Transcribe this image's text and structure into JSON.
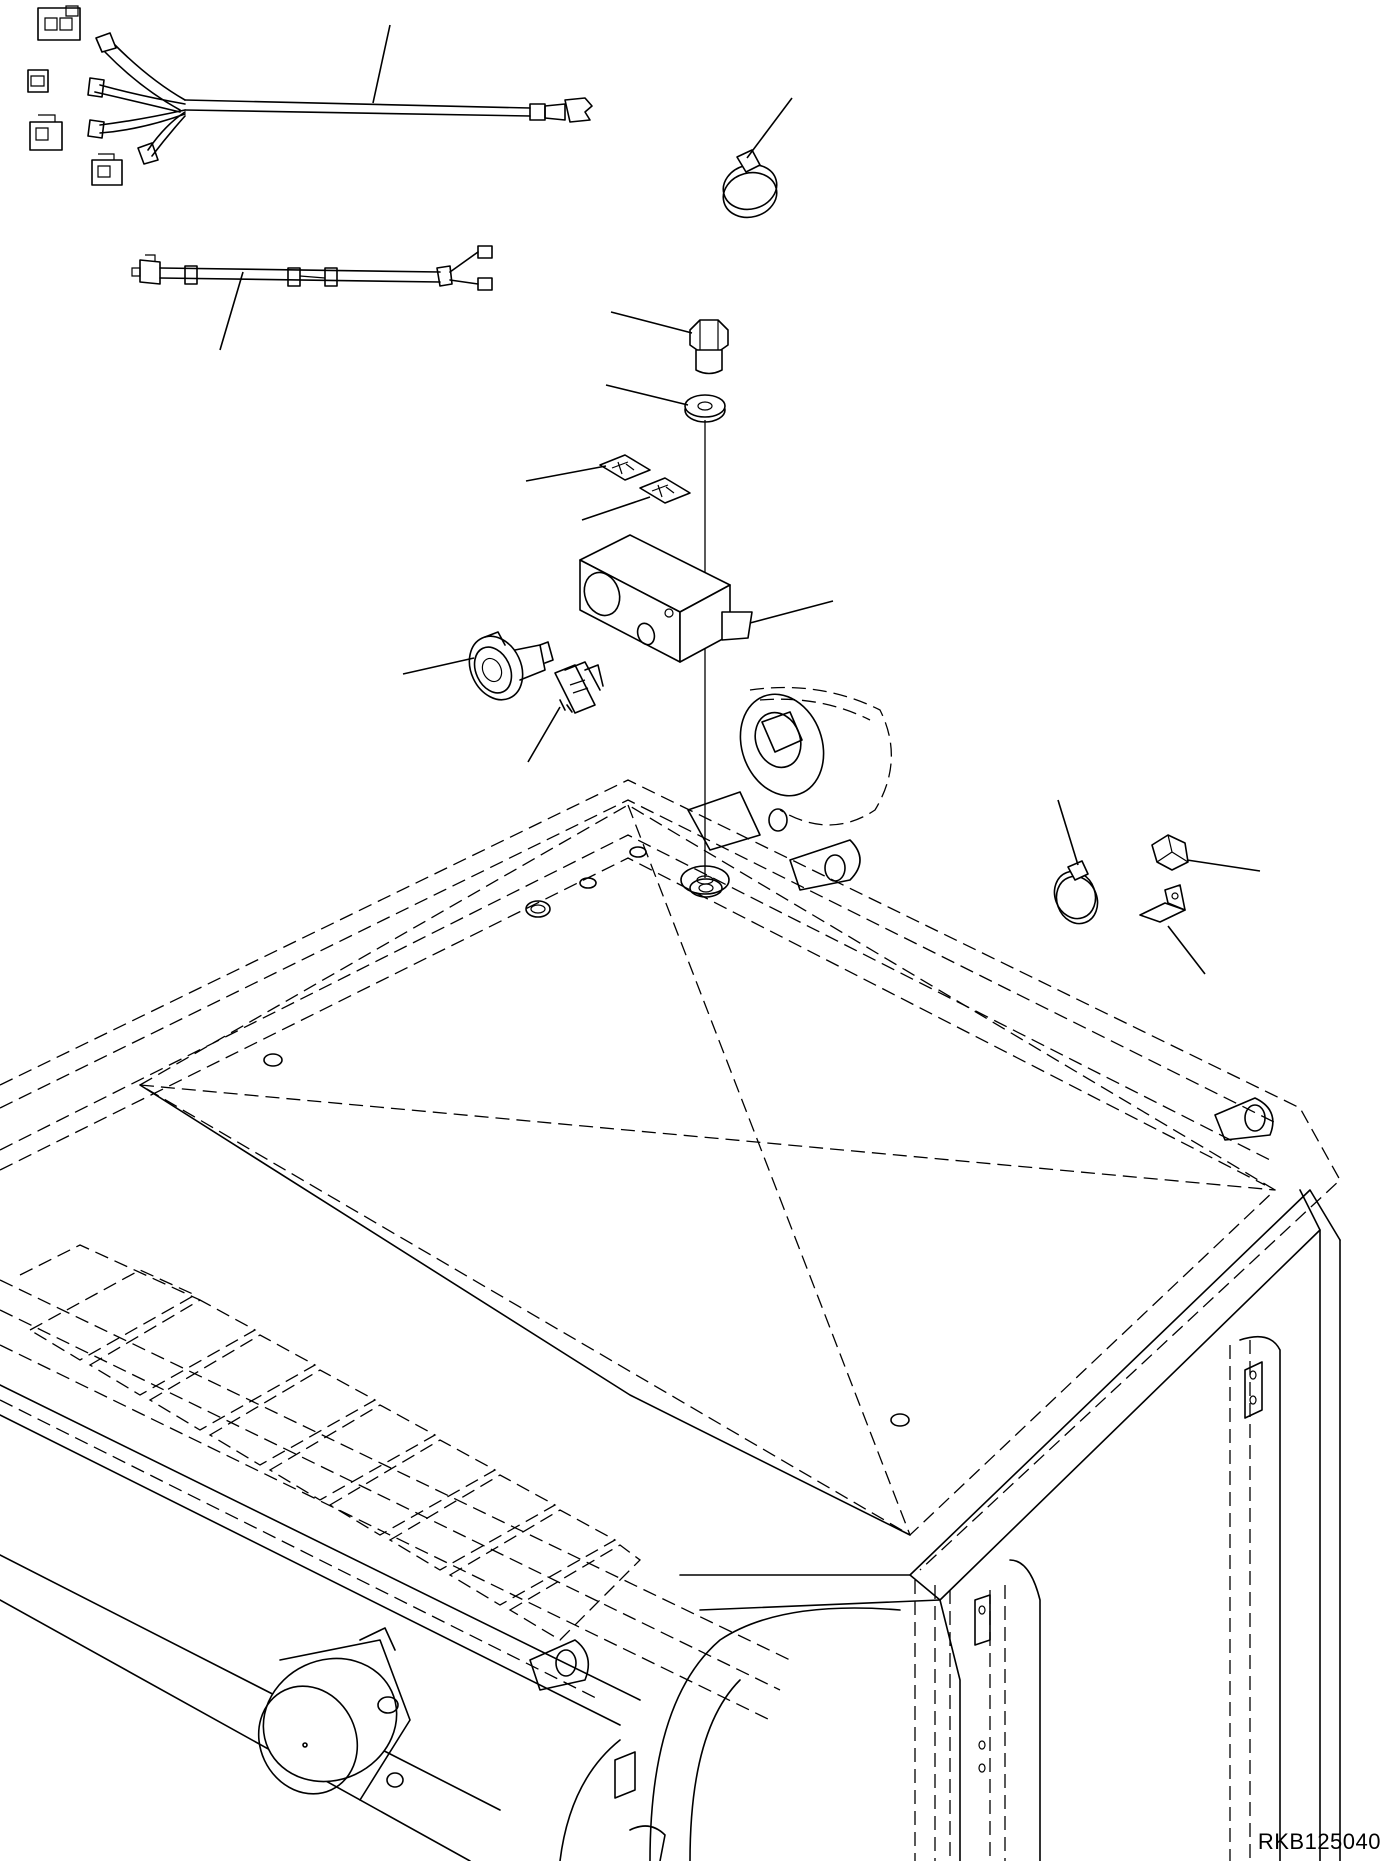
{
  "drawing": {
    "id": "RKB125040",
    "parts": [
      "main-wiring-harness",
      "sub-wiring-harness",
      "hose-clamp",
      "bolt",
      "washer",
      "caution-label",
      "caution-label",
      "mounting-bracket-box",
      "cigarette-lighter",
      "power-outlet-switch",
      "clamp",
      "clip",
      "bracket",
      "cab-roof-frame",
      "cab-light"
    ],
    "colors": {
      "line": "#000000",
      "background": "#ffffff"
    }
  }
}
